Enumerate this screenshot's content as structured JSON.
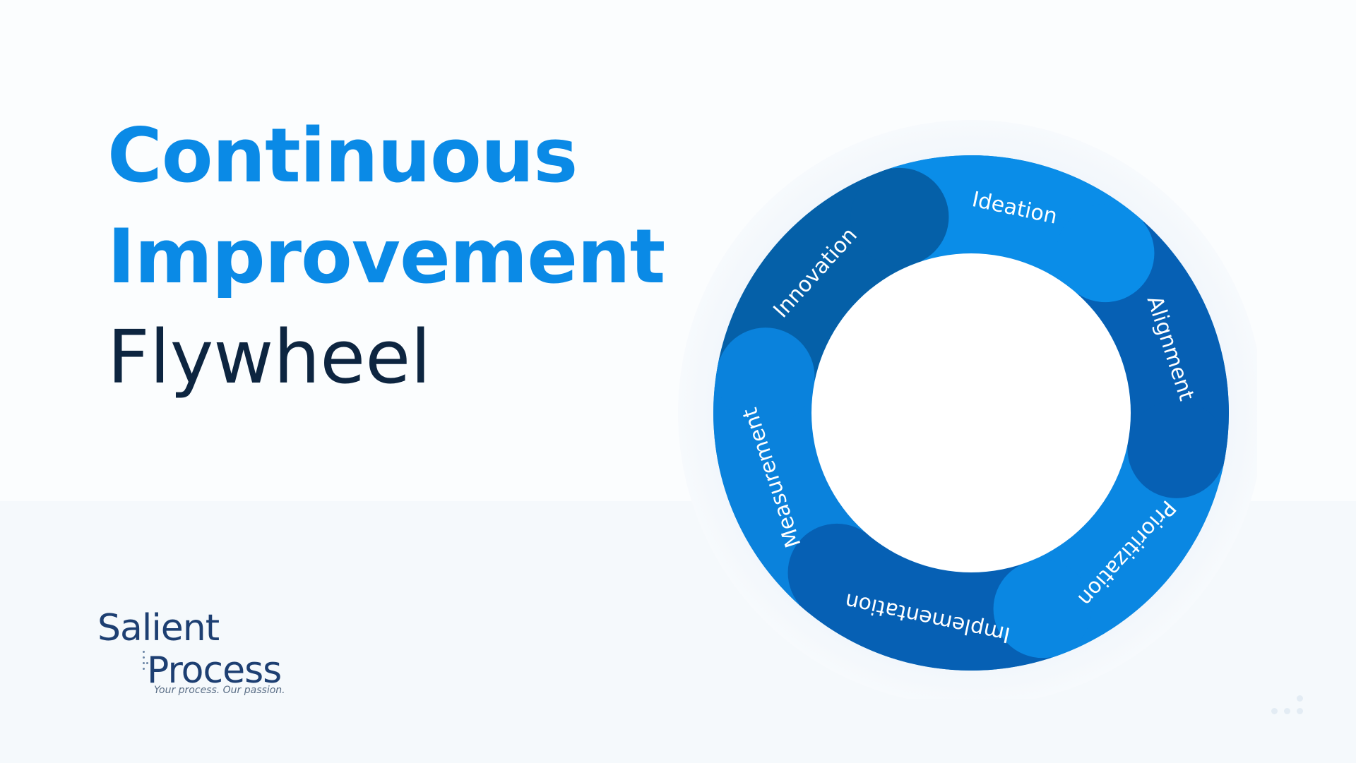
{
  "title": {
    "line1": "Continuous",
    "line2": "Improvement",
    "line3": "Flywheel"
  },
  "wheel": {
    "segments": [
      {
        "label": "Ideation",
        "color": "#0a8de8"
      },
      {
        "label": "Alignment",
        "color": "#0660b4"
      },
      {
        "label": "Prioritization",
        "color": "#0a87e2"
      },
      {
        "label": "Implementation",
        "color": "#0660b4"
      },
      {
        "label": "Measurement",
        "color": "#0a82dc"
      },
      {
        "label": "Innovation",
        "color": "#0560a8"
      }
    ]
  },
  "logo": {
    "word1": "Salient",
    "word2": "Process",
    "tagline": "Your process. Our passion."
  },
  "colors": {
    "accent": "#0a8ae6",
    "dark_text": "#0d2540"
  }
}
